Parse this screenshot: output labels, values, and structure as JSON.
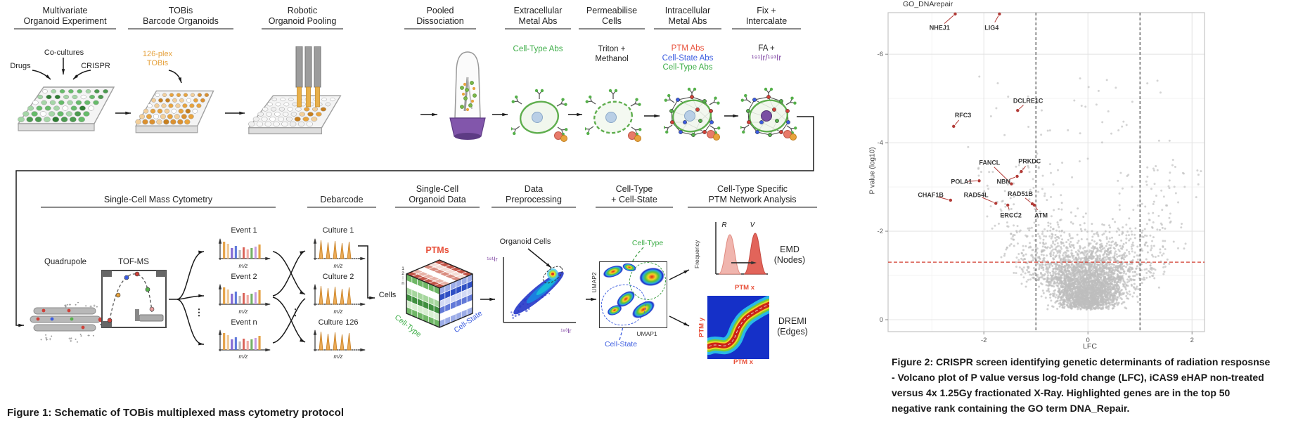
{
  "colors": {
    "green": "#3fae49",
    "red": "#e8503a",
    "blue": "#3b5ce0",
    "purple": "#7b3fa0",
    "orange": "#e5a13c",
    "arrow": "#1a1a1a",
    "rule": "#8a8a8a",
    "well_green": [
      "#2e7d32",
      "#66bb6a",
      "#a5d6a7",
      "#ffffff",
      "#4c9a50"
    ],
    "well_orange": [
      "#c77f1e",
      "#e8a33d",
      "#f3cf9a",
      "#ffffff",
      "#da9030"
    ],
    "well_plain": [
      "#f7f7f7",
      "#efefef",
      "#ffffff"
    ],
    "spectrum_multi": [
      [
        "#e39b3b",
        24
      ],
      [
        "#efc48d",
        21
      ],
      [
        "#7b5fd0",
        15
      ],
      [
        "#5470d8",
        18
      ],
      [
        "#b5b5b5",
        12
      ],
      [
        "#d95f55",
        16
      ],
      [
        "#f0a59e",
        13
      ],
      [
        "#6fae62",
        15
      ],
      [
        "#c79be0",
        17
      ],
      [
        "#e39b3b",
        20
      ]
    ],
    "spectrum_orange_heights": [
      26,
      23,
      25,
      22,
      24
    ],
    "spectrum_orange": "#e5962e"
  },
  "fig1": {
    "caption": "Figure 1: Schematic of TOBis multiplexed mass cytometry protocol",
    "steps": [
      {
        "l1": "Multivariate",
        "l2": "Organoid Experiment"
      },
      {
        "l1": "TOBis",
        "l2": "Barcode Organoids"
      },
      {
        "l1": "Robotic",
        "l2": "Organoid Pooling"
      },
      {
        "l1": "Pooled",
        "l2": "Dissociation"
      },
      {
        "l1": "Extracellular",
        "l2": "Metal Abs"
      },
      {
        "l1": "Permeabilise",
        "l2": "Cells"
      },
      {
        "l1": "Intracellular",
        "l2": "Metal Abs"
      },
      {
        "l1": "Fix +",
        "l2": "Intercalate"
      }
    ],
    "labels": {
      "co_cultures": "Co-cultures",
      "drugs": "Drugs",
      "crispr": "CRISPR",
      "plex1": "126-plex",
      "plex2": "TOBis",
      "cell_type_abs": "Cell-Type Abs",
      "triton1": "Triton +",
      "triton2": "Methanol",
      "ptm_abs": "PTM Abs",
      "cell_state_abs": "Cell-State Abs",
      "cell_type_abs2": "Cell-Type Abs",
      "fa": "FA +",
      "ir": "¹⁹¹Ir/¹⁹³Ir"
    },
    "row2": {
      "scmc": "Single-Cell Mass Cytometry",
      "quadrupole": "Quadrupole",
      "tofms": "TOF-MS",
      "event1": "Event 1",
      "event2": "Event 2",
      "eventn": "Event n",
      "mz": "m/z",
      "vdots": "⋮",
      "debarcode": "Debarcode",
      "culture1": "Culture 1",
      "culture2": "Culture 2",
      "culture126": "Culture 126",
      "scod1": "Single-Cell",
      "scod2": "Organoid Data",
      "ptms": "PTMs",
      "cells": "Cells",
      "axis1": "1",
      "axis2": "2",
      "axisd": "⋮",
      "axisn": "n",
      "cell_type_diag": "Cell-Type",
      "cell_state_diag": "Cell-State",
      "dp1": "Data",
      "dp2": "Preprocessing",
      "organoid_cells": "Organoid Cells",
      "ir191": "¹⁹¹Ir",
      "ir193": "¹⁹³Ir",
      "ct1": "Cell-Type",
      "ct2": "+ Cell-State",
      "umap1": "UMAP1",
      "umap2": "UMAP2",
      "ct_green": "Cell-Type",
      "cs_blue": "Cell-State",
      "ctsp1": "Cell-Type Specific",
      "ctsp2": "PTM Network Analysis",
      "frequency": "Frequency",
      "r": "R",
      "v": "V",
      "ptmx": "PTM x",
      "ptmy": "PTM y",
      "emd": "EMD",
      "emd2": "(Nodes)",
      "dremi": "DREMI",
      "dremi2": "(Edges)"
    }
  },
  "fig2": {
    "title": "GO_DNArepair",
    "caption_lines": [
      "Figure 2: CRISPR screen identifying genetic determinants of radiation resposnse",
      "- Volcano plot of P value versus log-fold change (LFC), iCAS9 eHAP non-treated",
      "versus 4x 1.25Gy fractionated X-Ray. Highlighted genes are in the top 50",
      "negative rank containing the GO term DNA_Repair."
    ],
    "chart_data": {
      "type": "scatter",
      "title": "GO_DNArepair",
      "xlabel": "LFC",
      "ylabel": "P value (log10)",
      "xlim": [
        -3.84,
        2.24
      ],
      "ylim": [
        -6.94,
        0.27
      ],
      "xticks": [
        -2,
        0,
        2
      ],
      "yticks": [
        -6,
        -4,
        -2,
        0
      ],
      "xticks_minor": [
        -3,
        -1,
        1
      ],
      "yticks_minor": [
        -5,
        -3,
        -1
      ],
      "vlines": [
        -1,
        1
      ],
      "hline": -1.3,
      "grid": true,
      "legend": "none",
      "point_color": "#bdbdbd",
      "highlight_color": "#b23a36",
      "background": {
        "seed": 11,
        "n_core": 3000,
        "n_wing": 420,
        "n_sparse": 50
      },
      "genes": [
        {
          "name": "NHEJ1",
          "lfc": -2.55,
          "p": -6.91,
          "lx": -2.85,
          "ly": -6.6
        },
        {
          "name": "LIG4",
          "lfc": -1.7,
          "p": -6.91,
          "lx": -1.85,
          "ly": -6.6
        },
        {
          "name": "DCLRE1C",
          "lfc": -1.35,
          "p": -4.73,
          "lx": -1.15,
          "ly": -4.95
        },
        {
          "name": "RFC3",
          "lfc": -2.58,
          "p": -4.37,
          "lx": -2.4,
          "ly": -4.62
        },
        {
          "name": "FANCL",
          "lfc": -1.47,
          "p": -3.07,
          "lx": -1.89,
          "ly": -3.55
        },
        {
          "name": "PRKDC",
          "lfc": -1.28,
          "p": -3.35,
          "lx": -1.12,
          "ly": -3.58
        },
        {
          "name": "NBN",
          "lfc": -1.36,
          "p": -3.24,
          "lx": -1.62,
          "ly": -3.12
        },
        {
          "name": "POLA1",
          "lfc": -2.09,
          "p": -3.14,
          "lx": -2.43,
          "ly": -3.12
        },
        {
          "name": "CHAF1B",
          "lfc": -2.64,
          "p": -2.7,
          "lx": -3.02,
          "ly": -2.82
        },
        {
          "name": "RAD54L",
          "lfc": -1.77,
          "p": -2.63,
          "lx": -2.15,
          "ly": -2.82
        },
        {
          "name": "RAD51B",
          "lfc": -1.07,
          "p": -2.62,
          "lx": -1.3,
          "ly": -2.84
        },
        {
          "name": "ERCC2",
          "lfc": -1.54,
          "p": -2.59,
          "lx": -1.48,
          "ly": -2.36
        },
        {
          "name": "ATM",
          "lfc": -1.03,
          "p": -2.59,
          "lx": -0.9,
          "ly": -2.36
        }
      ]
    }
  }
}
